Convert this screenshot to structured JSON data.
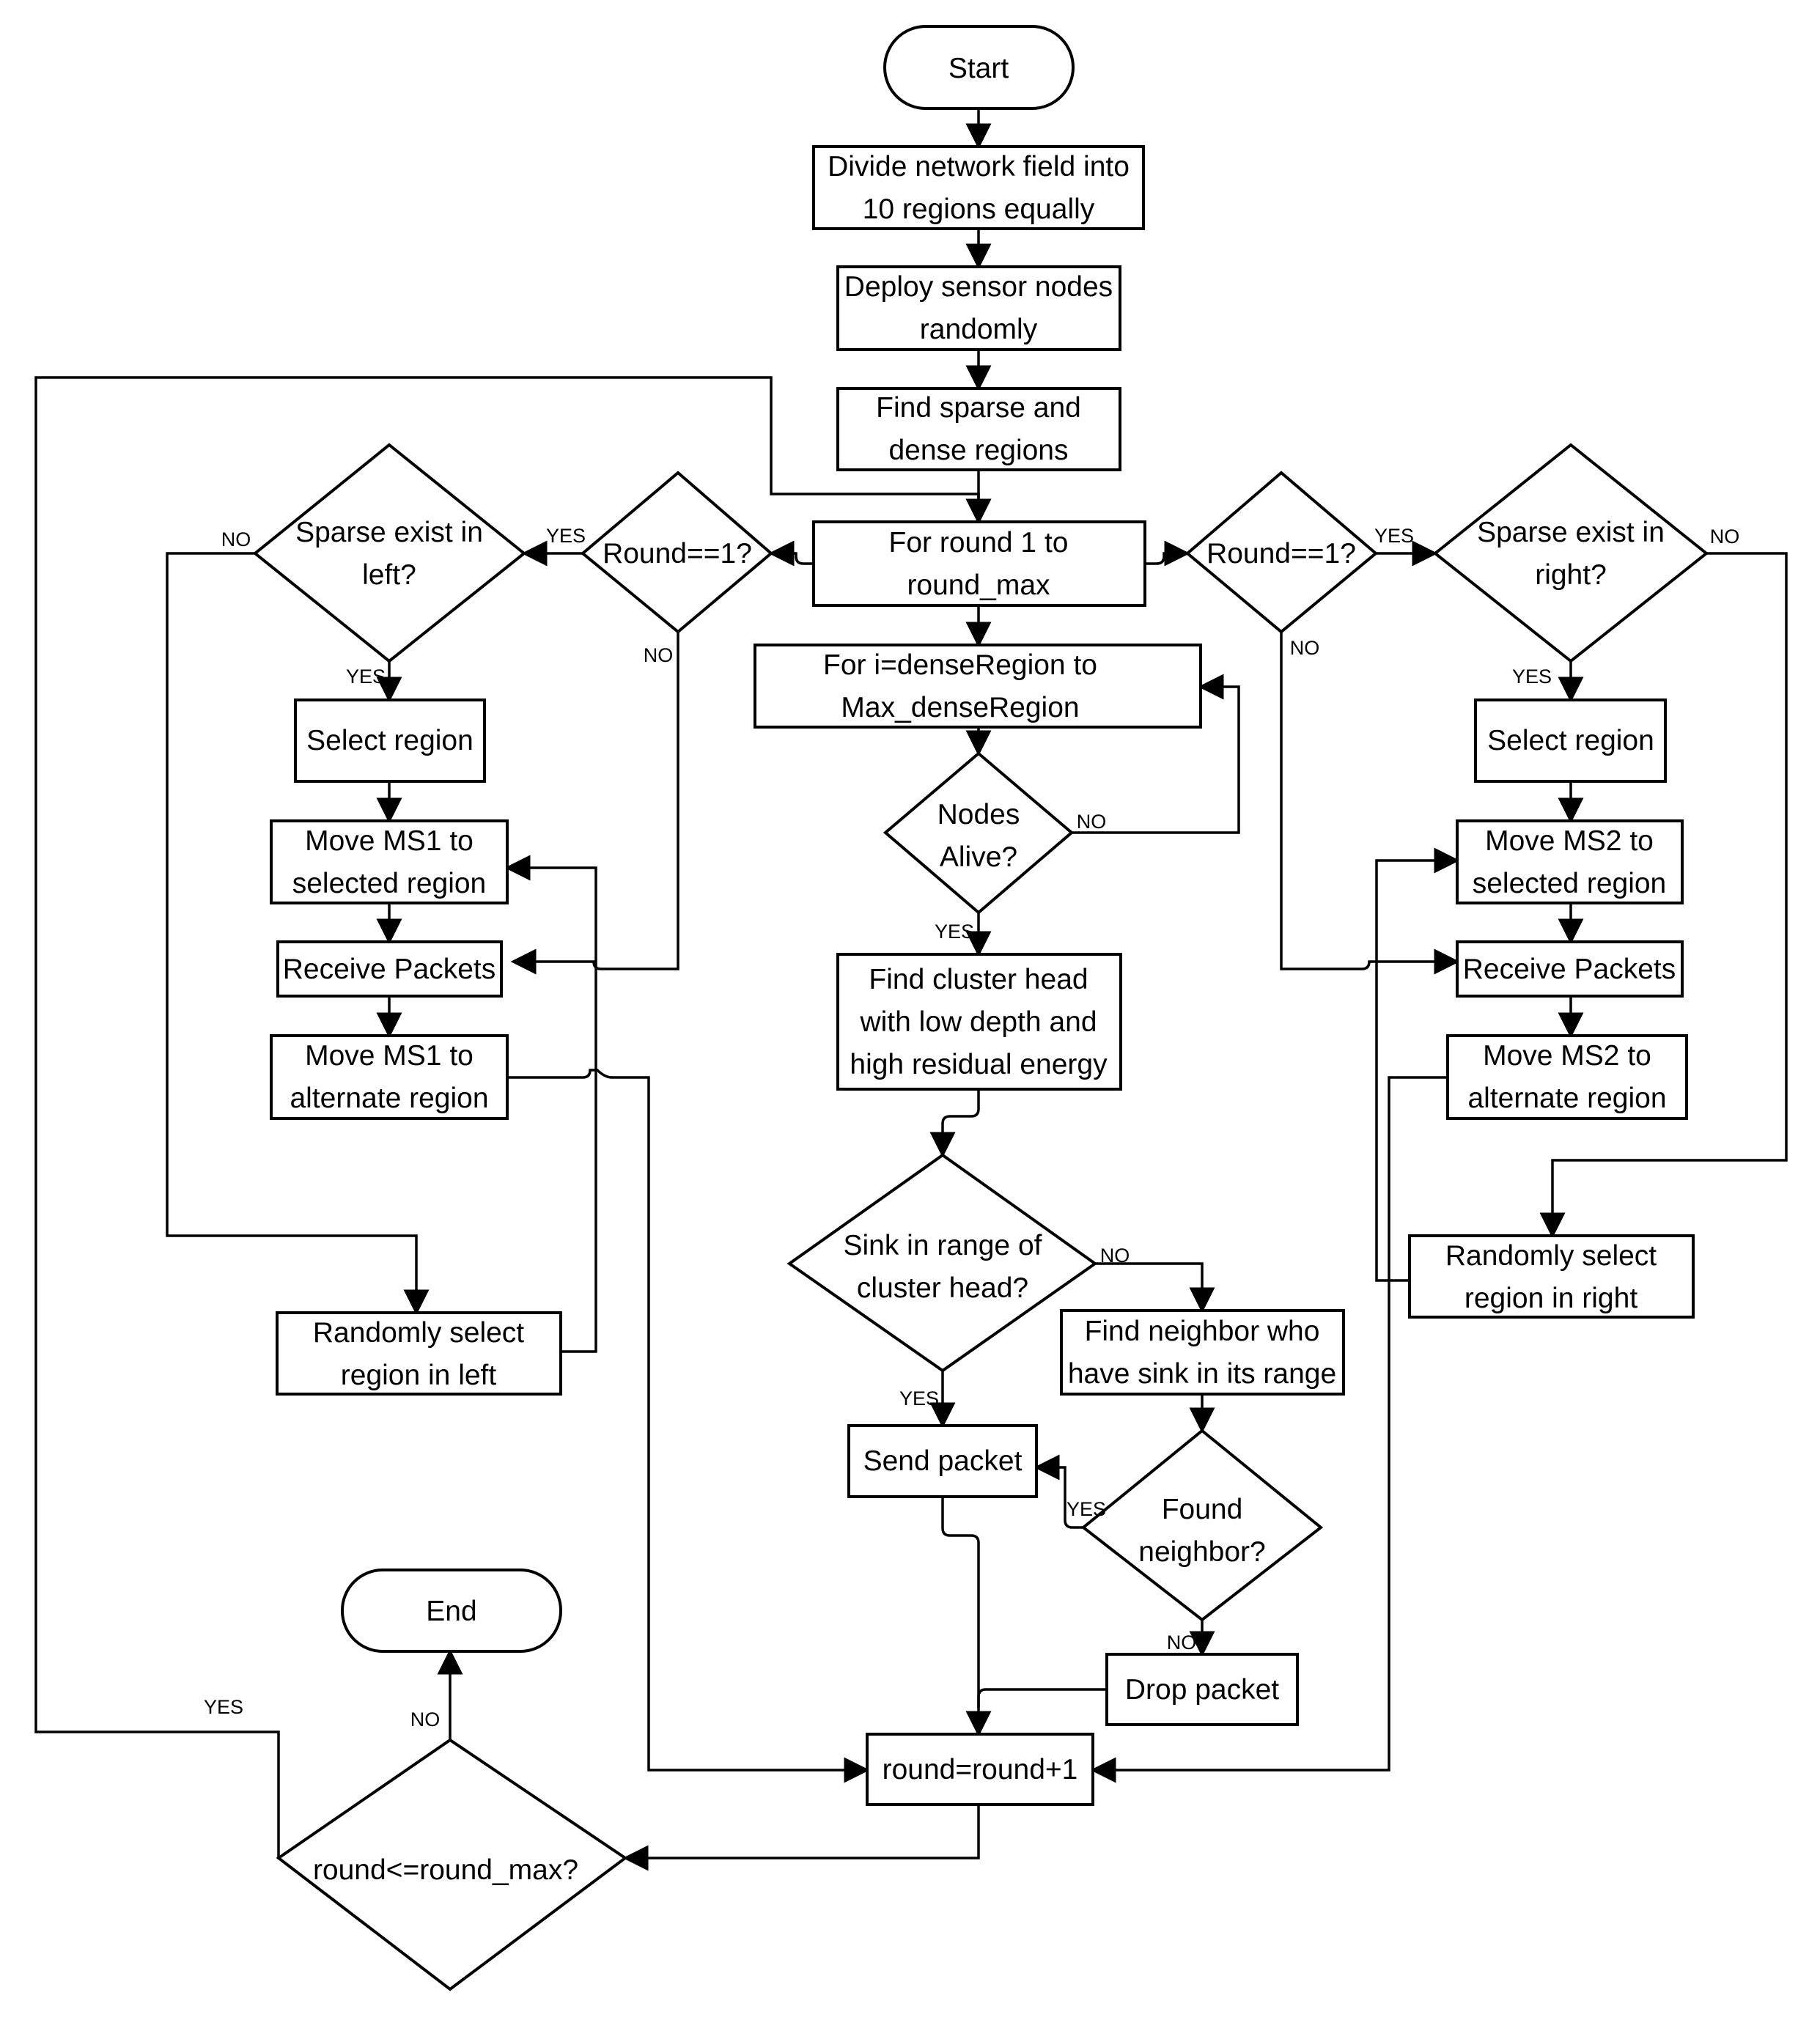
{
  "nodes": {
    "start": "Start",
    "divide": [
      "Divide network field into",
      "10 regions equally"
    ],
    "deploy": [
      "Deploy sensor nodes",
      "randomly"
    ],
    "find_sparse": [
      "Find sparse and",
      "dense regions"
    ],
    "for_round": [
      "For round 1 to",
      "round_max"
    ],
    "round_check_left": [
      "Round==1?"
    ],
    "round_check_right": [
      "Round==1?"
    ],
    "sparse_left": [
      "Sparse exist in",
      "left?"
    ],
    "sparse_right": [
      "Sparse exist in",
      "right?"
    ],
    "select_left": [
      "Select region"
    ],
    "select_right": [
      "Select region"
    ],
    "move_ms1_sel": [
      "Move MS1 to",
      "selected region"
    ],
    "move_ms2_sel": [
      "Move MS2 to",
      "selected region"
    ],
    "recv_left": [
      "Receive Packets"
    ],
    "recv_right": [
      "Receive Packets"
    ],
    "move_ms1_alt": [
      "Move MS1 to",
      "alternate region"
    ],
    "move_ms2_alt": [
      "Move MS2 to",
      "alternate region"
    ],
    "random_left": [
      "Randomly select",
      "region in left"
    ],
    "random_right": [
      "Randomly select",
      "region in right"
    ],
    "for_i": [
      "For i=denseRegion to",
      "Max_denseRegion"
    ],
    "nodes_alive": [
      "Nodes",
      "Alive?"
    ],
    "find_ch": [
      "Find cluster head",
      "with low depth and",
      "high residual energy"
    ],
    "sink_range": [
      "Sink in range of",
      "cluster head?"
    ],
    "find_neighbor": [
      "Find neighbor who",
      "have sink in its range"
    ],
    "send_packet": [
      "Send packet"
    ],
    "found_neighbor": [
      "Found",
      "neighbor?"
    ],
    "drop_packet": [
      "Drop packet"
    ],
    "round_inc": [
      "round=round+1"
    ],
    "round_cond": [
      "round<=round_max?"
    ],
    "end": "End"
  },
  "edge_labels": {
    "yes": "YES",
    "no": "NO"
  }
}
